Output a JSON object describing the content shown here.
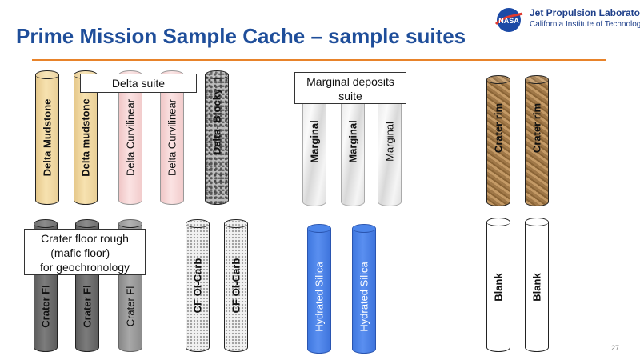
{
  "header": {
    "title": "Prime Mission Sample Cache – sample suites",
    "logo_org": "Jet Propulsion Laboratory",
    "logo_sub": "California Institute of Technology",
    "logo_badge": "NASA"
  },
  "callouts": {
    "delta": "Delta suite",
    "marginal_line1": "Marginal deposits",
    "marginal_line2": "suite",
    "crater_floor_line1": "Crater floor rough",
    "crater_floor_line2": "(mafic floor) –",
    "crater_floor_line3": "for geochronology"
  },
  "tubes": {
    "delta_1": "Delta Mudstone",
    "delta_2": "Delta mudstone",
    "delta_3": "Delta Curvilinear",
    "delta_4": "Delta Curvilinear",
    "delta_5": "Delta- Blocky",
    "marginal_1": "Marginal",
    "marginal_2": "Marginal",
    "marginal_3": "Marginal",
    "crater_rim_1": "Crater rim",
    "crater_rim_2": "Crater rim",
    "floor_1": "Crater Fl",
    "floor_2": "Crater Fl",
    "floor_3": "Crater Fl",
    "cf_1": "CF Ol-Carb",
    "cf_2": "CF Ol-Carb",
    "silica_1": "Hydrated Silica",
    "silica_2": "Hydrated Silica",
    "blank_1": "Blank",
    "blank_2": "Blank"
  },
  "footer": {
    "page_number": "27"
  }
}
